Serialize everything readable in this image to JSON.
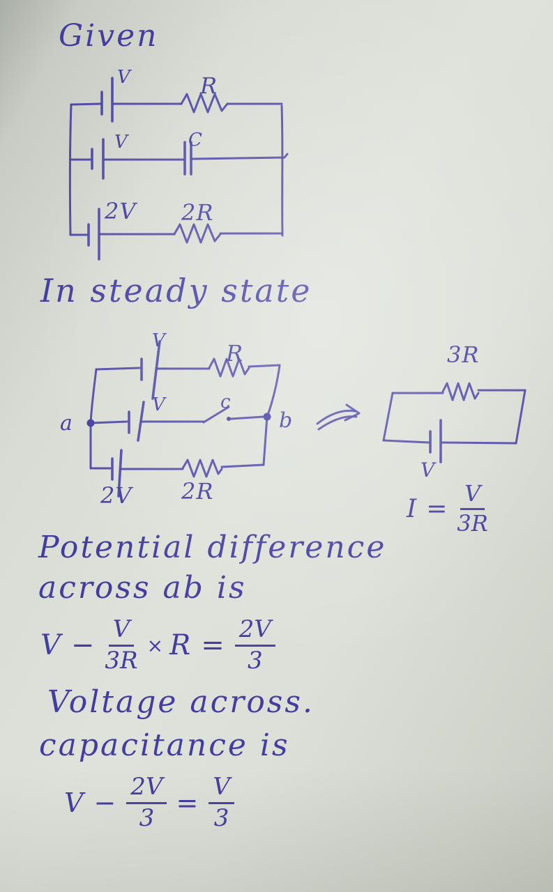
{
  "colors": {
    "ink": "#443da0",
    "paper": "#d8dcd4"
  },
  "heading": "Given",
  "section2_heading": "In steady state",
  "circuit_given": {
    "top": {
      "battery": "V",
      "resistor": "R"
    },
    "middle": {
      "battery": "V",
      "capacitor": "C"
    },
    "bottom": {
      "battery": "2V",
      "resistor": "2R"
    }
  },
  "circuit_steady": {
    "node_left": "a",
    "node_right": "b",
    "top": {
      "battery": "V",
      "resistor": "R"
    },
    "middle": {
      "battery": "V",
      "switch": "c"
    },
    "bottom": {
      "battery": "2V",
      "resistor": "2R"
    }
  },
  "circuit_equivalent": {
    "resistor": "3R",
    "battery": "V",
    "current_equation": {
      "lhs": "I",
      "equals": "=",
      "frac": {
        "num": "V",
        "den": "3R"
      }
    }
  },
  "potential": {
    "line1": "Potential difference",
    "line2": "across ab is"
  },
  "eq_potential": {
    "term1": "V",
    "minus": "−",
    "frac1": {
      "num": "V",
      "den": "3R"
    },
    "times": "×",
    "term2": "R",
    "equals": "=",
    "frac2": {
      "num": "2V",
      "den": "3"
    }
  },
  "voltage": {
    "line1": "Voltage across.",
    "line2": "capacitance is"
  },
  "eq_voltage": {
    "term1": "V",
    "minus": "−",
    "frac1": {
      "num": "2V",
      "den": "3"
    },
    "equals": "=",
    "frac2": {
      "num": "V",
      "den": "3"
    }
  }
}
